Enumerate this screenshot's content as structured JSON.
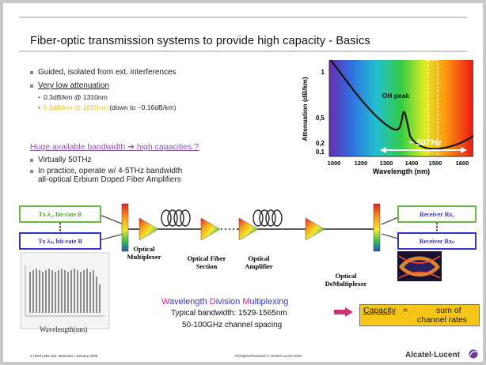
{
  "title": "Fiber-optic transmission systems to provide high capacity - Basics",
  "bullets": {
    "item1": "Guided, isolated from ext. interferences",
    "item2": "Very low attenuation",
    "sub1": "0.3dB/km @ 1310nm",
    "sub2_yellow": "0.2dB/km @ 1550nm",
    "sub2_rest": " (down to ~0.16dB/km)",
    "huge_bw": "Huge available bandwidth ➔ high capacities ?",
    "item3": "Virtually 50THz",
    "item4_line1": "In practice, operate w/ 4-5THz bandwidth",
    "item4_line2": "all-optical Erbium Doped Fiber Amplifiers"
  },
  "graph": {
    "ylabel": "Attenuation (dB/km)",
    "xlabel": "Wavelength (nm)",
    "yticks": [
      "1",
      "0,5",
      "0,2",
      "0,1"
    ],
    "xticks": [
      "1000",
      "1200",
      "1300",
      "1400",
      "1500",
      "1600"
    ],
    "oh_peak": "OH peak",
    "thz": "~ 50THz"
  },
  "diagram": {
    "tx1": "Tx λ₁, bit-rate B",
    "txn": "Tx λₙ, bit-rate B",
    "rx1": "Receiver Rx₁",
    "rxn": "Receiver Rxₙ",
    "mux_line1": "Optical",
    "mux_line2": "Multiplexer",
    "fiber_line1": "Optical Fiber",
    "fiber_line2": "Section",
    "amp_line1": "Optical",
    "amp_line2": "Amplifier",
    "demux_line1": "Optical",
    "demux_line2": "DeMultiplexer",
    "wavelength_caption": "Wavelength(nm)",
    "dots": "⋮"
  },
  "wdm": {
    "w": "W",
    "avelength": "avelength ",
    "d": "D",
    "ivision": "ivision ",
    "m": "M",
    "ultiplexing": "ultiplexing",
    "line2": "Typical bandwidth: 1529-1565nm",
    "line3": "50-100GHz channel spacing"
  },
  "capacity": {
    "label": "Capacity",
    "eq": " =",
    "rest1": "sum of",
    "rest2": "channel rates"
  },
  "footer": {
    "left": "3 | Bell Labs Opt. Networks | January 2009",
    "mid": "All Rights Reserved © Alcatel-Lucent 2009",
    "logo": "Alcatel·Lucent"
  },
  "colors": {
    "purple": "#7a3b9a",
    "green": "#55aa33",
    "blue": "#3333cc",
    "capacity_bg": "#f5c518",
    "arrow": "#cc3377"
  }
}
